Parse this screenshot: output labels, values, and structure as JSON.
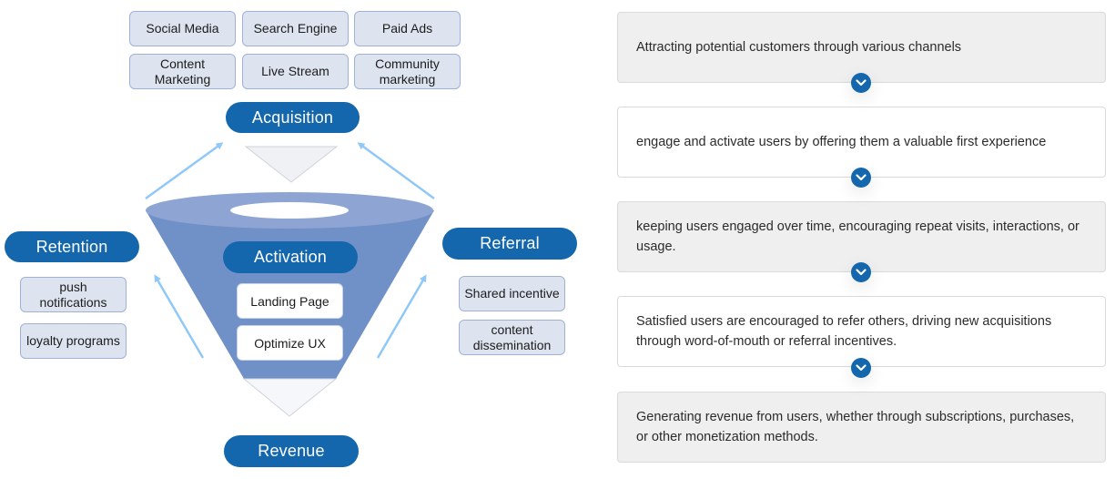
{
  "colors": {
    "accent": "#1467ad",
    "chip_fill": "#dde4ef",
    "chip_border": "#9fb2d6",
    "funnel_top": "#8ea5d4",
    "funnel_body": "#7090c8",
    "arrow": "#90c8f8",
    "card_gray": "#efefef"
  },
  "acquisition": {
    "label": "Acquisition",
    "channels": [
      "Social Media",
      "Search Engine",
      "Paid Ads",
      "Content Marketing",
      "Live Stream",
      "Community marketing"
    ]
  },
  "activation": {
    "label": "Activation",
    "items": [
      "Landing Page",
      "Optimize UX"
    ]
  },
  "retention": {
    "label": "Retention",
    "items": [
      "push notifications",
      "loyalty programs"
    ]
  },
  "referral": {
    "label": "Referral",
    "items": [
      "Shared incentive",
      "content dissemination"
    ]
  },
  "revenue": {
    "label": "Revenue"
  },
  "descriptions": [
    {
      "text": "Attracting potential customers through various channels",
      "style": "gray",
      "icon": "chevron-down-icon"
    },
    {
      "text": "engage and activate users by offering them a valuable first experience",
      "style": "white",
      "icon": "chevron-down-icon"
    },
    {
      "text": "keeping users engaged over time, encouraging repeat visits, interactions, or usage.",
      "style": "gray",
      "icon": "chevron-down-icon"
    },
    {
      "text": "Satisfied users are encouraged to refer others, driving new acquisitions through word-of-mouth or referral incentives.",
      "style": "white",
      "icon": "chevron-down-icon"
    },
    {
      "text": "Generating revenue from users, whether through subscriptions, purchases, or other monetization methods.",
      "style": "gray",
      "icon": null
    }
  ]
}
